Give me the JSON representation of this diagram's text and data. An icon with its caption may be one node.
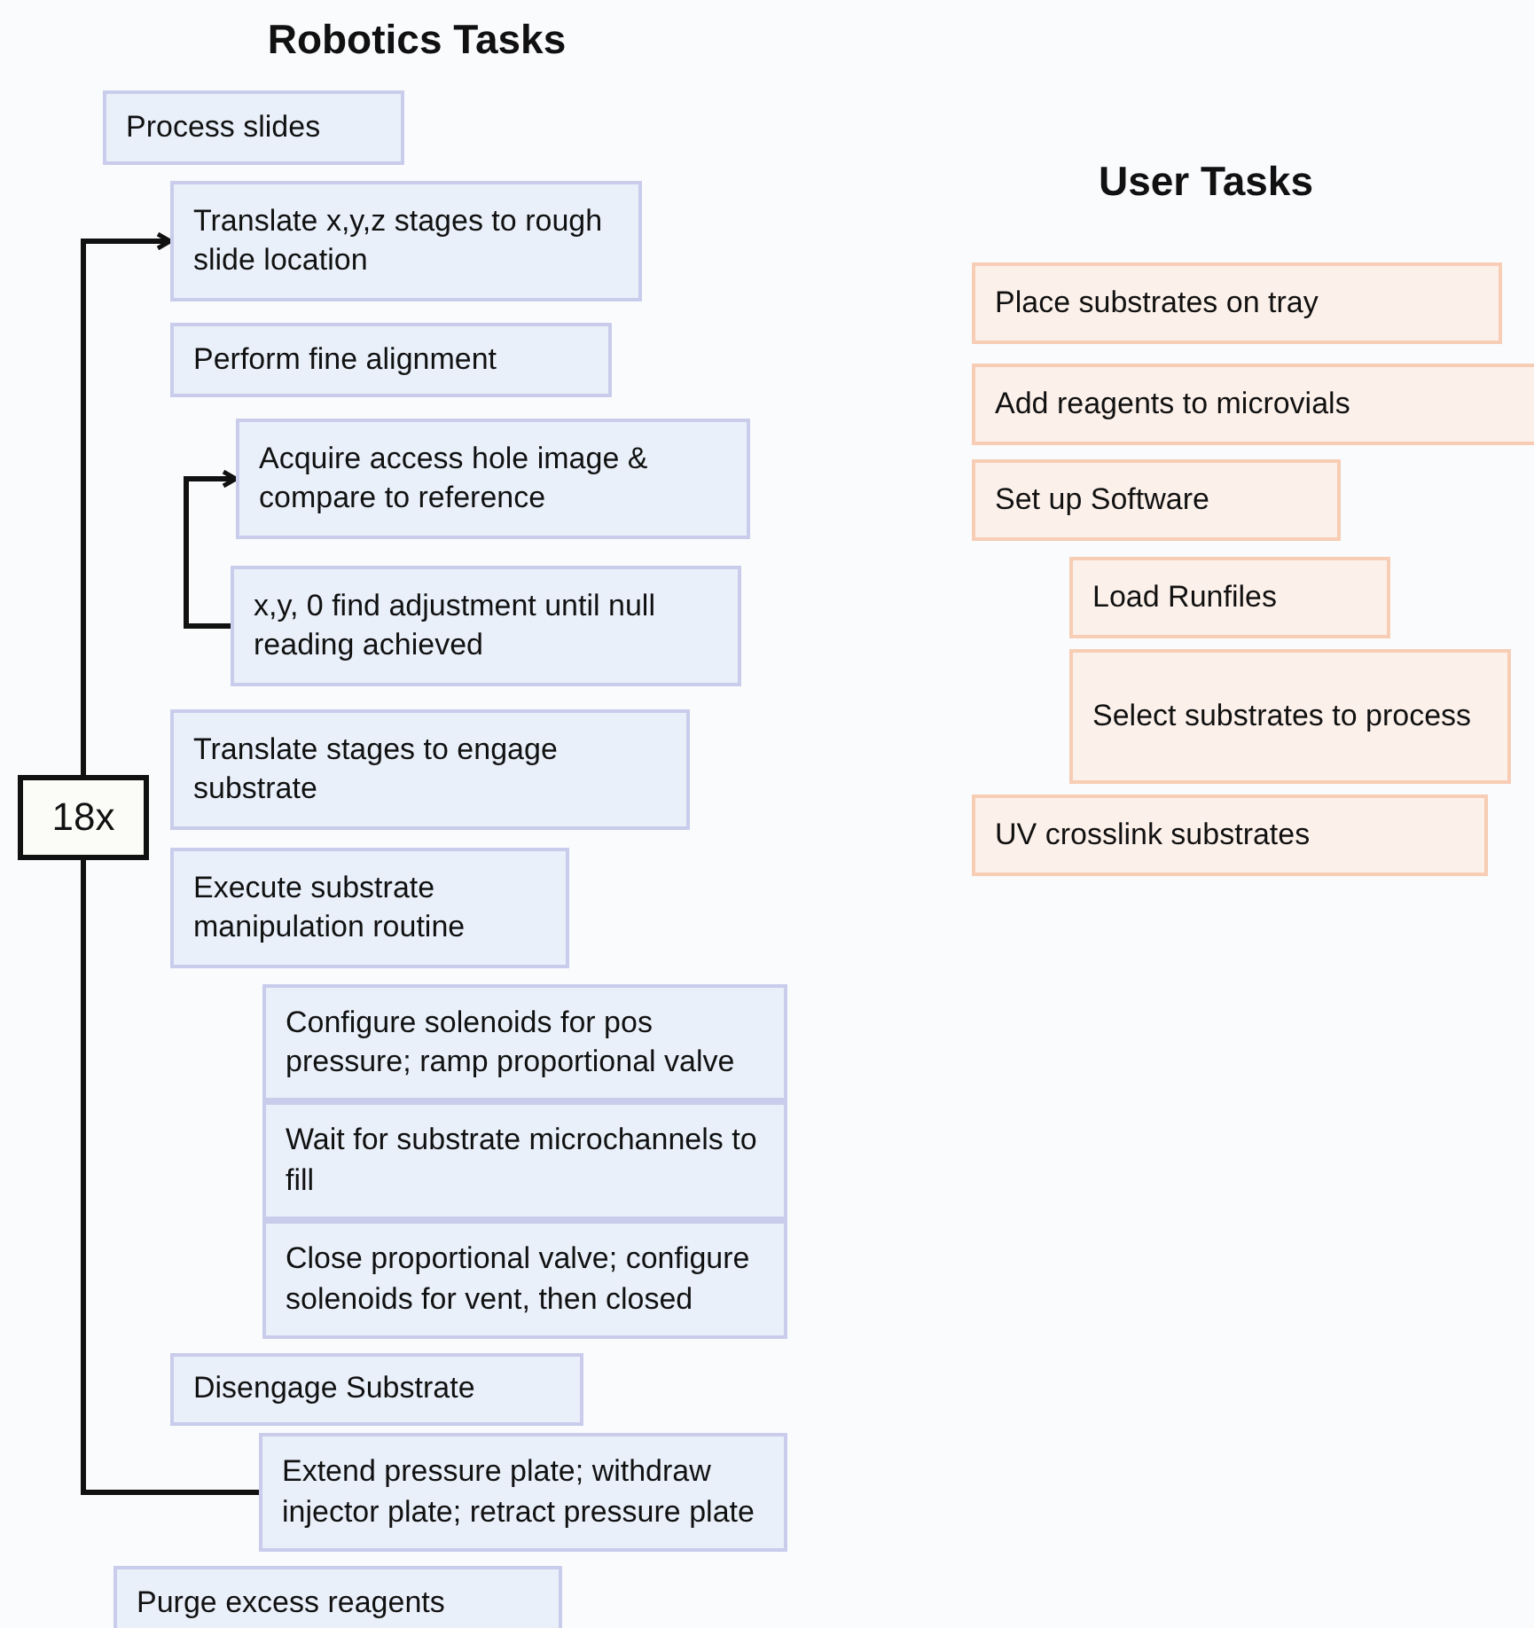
{
  "diagram": {
    "nodes": [
      {
        "text": [
          "Process slides"
        ]
      },
      {
        "text": [
          "Translate x,y,z stages to rough slide location"
        ]
      },
      {
        "text": [
          "Perform fine alignment"
        ]
      },
      {
        "text": [
          "Acquire access hole image & compare to reference"
        ]
      },
      {
        "text": [
          "x,y, 0 find adjustment until null reading achieved"
        ]
      },
      {
        "text": [
          "Translate stages to engage substrate"
        ]
      },
      {
        "text": [
          "18x"
        ]
      },
      {
        "text": [
          "Execute substrate manipulation routine"
        ]
      },
      {
        "text": [
          "Configure solenoids for pos pressure; ramp proportional valve"
        ]
      },
      {
        "text": [
          "Wait for substrate microchannels to fill"
        ]
      },
      {
        "text": [
          "Close proportional valve; configure solenoids for vent, then closed"
        ]
      },
      {
        "text": [
          "Disengage Substrate"
        ]
      },
      {
        "text": [
          "Extend pressure plate; withdraw injector plate; retract pressure plate"
        ]
      },
      {
        "text": [
          "Purge excess reagents"
        ]
      },
      {
        "text": [
          "Place substrates on tray"
        ]
      },
      {
        "text": [
          "Add reagents to microvials"
        ]
      },
      {
        "text": [
          "Set up Software"
        ]
      },
      {
        "text": [
          "Load Runfiles"
        ]
      },
      {
        "text": [
          "Select substrates to process"
        ]
      },
      {
        "text": [
          "UV crosslink substrates"
        ]
      }
    ],
    "edges": [
      {
        "from": 6,
        "to": 1,
        "arrow": "to"
      },
      {
        "from": 12,
        "to": 6,
        "arrow": "none"
      },
      {
        "from": 4,
        "to": 3,
        "arrow": "to"
      }
    ],
    "labels": [
      "Robotics Tasks",
      "User Tasks"
    ]
  }
}
